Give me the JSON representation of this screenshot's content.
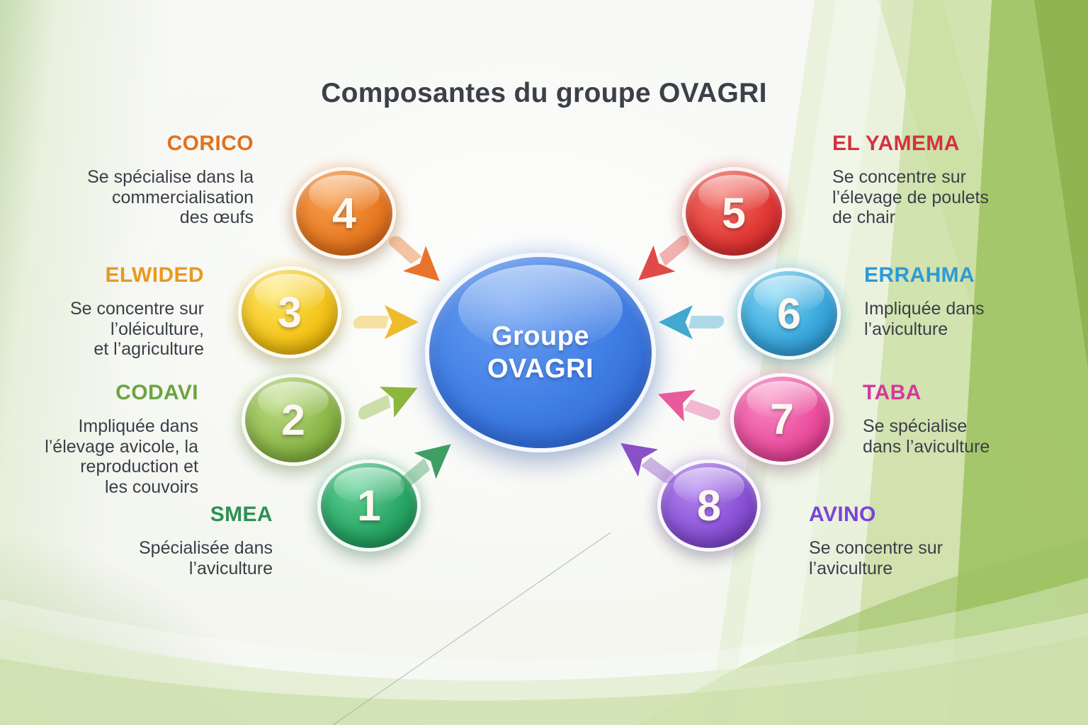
{
  "title": "Composantes du groupe OVAGRI",
  "center": {
    "label": "Groupe\nOVAGRI",
    "color": "#3e7de4",
    "color_dark": "#2c5dc8",
    "color_light": "#6ba0f2"
  },
  "nodes": [
    {
      "number": "1",
      "name": "SMEA",
      "desc": "Spécialisée dans\nl’aviculture",
      "color": "#2aa666",
      "color_dark": "#128a50",
      "color_light": "#63d498",
      "glow": "rgba(42,166,102,0.35)",
      "heading_color": "#2d9053",
      "arrow_color": "#3e9e63"
    },
    {
      "number": "2",
      "name": "CODAVI",
      "desc": "Impliquée dans\nl’élevage avicole, la\nreproduction et\nles couvoirs",
      "color": "#8db84a",
      "color_dark": "#6d9a2c",
      "color_light": "#bedd85",
      "glow": "rgba(141,184,74,0.35)",
      "heading_color": "#6aa53e",
      "arrow_color": "#8cb63c"
    },
    {
      "number": "3",
      "name": "ELWIDED",
      "desc": "Se concentre sur\nl’oléiculture,\net l’agriculture",
      "color": "#f3c41a",
      "color_dark": "#d49f00",
      "color_light": "#ffe76a",
      "glow": "rgba(243,196,26,0.40)",
      "heading_color": "#e8991f",
      "arrow_color": "#eebc2b"
    },
    {
      "number": "4",
      "name": "CORICO",
      "desc": "Se spécialise dans la\ncommercialisation\ndes œufs",
      "color": "#e87a22",
      "color_dark": "#cc5a0e",
      "color_light": "#f8a355",
      "glow": "rgba(232,122,34,0.38)",
      "heading_color": "#e2711d",
      "arrow_color": "#e8742b"
    },
    {
      "number": "5",
      "name": "EL YAMEMA",
      "desc": "Se concentre sur\nl’élevage de poulets\nde chair",
      "color": "#e23935",
      "color_dark": "#bf1d22",
      "color_light": "#f4776e",
      "glow": "rgba(226,57,53,0.38)",
      "heading_color": "#d43240",
      "arrow_color": "#e04a48"
    },
    {
      "number": "6",
      "name": "ERRAHMA",
      "desc": "Impliquée dans\nl’aviculture",
      "color": "#3aa8dc",
      "color_dark": "#1f85c2",
      "color_light": "#83d7f4",
      "glow": "rgba(58,168,220,0.38)",
      "heading_color": "#2d9ad8",
      "arrow_color": "#41a9cf"
    },
    {
      "number": "7",
      "name": "TABA",
      "desc": "Se spécialise\ndans l’aviculture",
      "color": "#ea4f9e",
      "color_dark": "#cf277d",
      "color_light": "#f88cc4",
      "glow": "rgba(234,79,158,0.38)",
      "heading_color": "#d3399c",
      "arrow_color": "#e75b9d"
    },
    {
      "number": "8",
      "name": "AVINO",
      "desc": "Se concentre sur\nl’aviculture",
      "color": "#8a52d6",
      "color_dark": "#6a32b6",
      "color_light": "#b489f0",
      "glow": "rgba(138,82,214,0.38)",
      "heading_color": "#7c42d8",
      "arrow_color": "#8a50c8"
    }
  ],
  "background": {
    "green_wash": "#e4efd4",
    "green_mid": "#c7dd9d",
    "green_band": "#9dc260",
    "green_dark": "#85ae47",
    "swoosh_light": "#cfe3b0",
    "swoosh_mid": "#b3d284"
  }
}
